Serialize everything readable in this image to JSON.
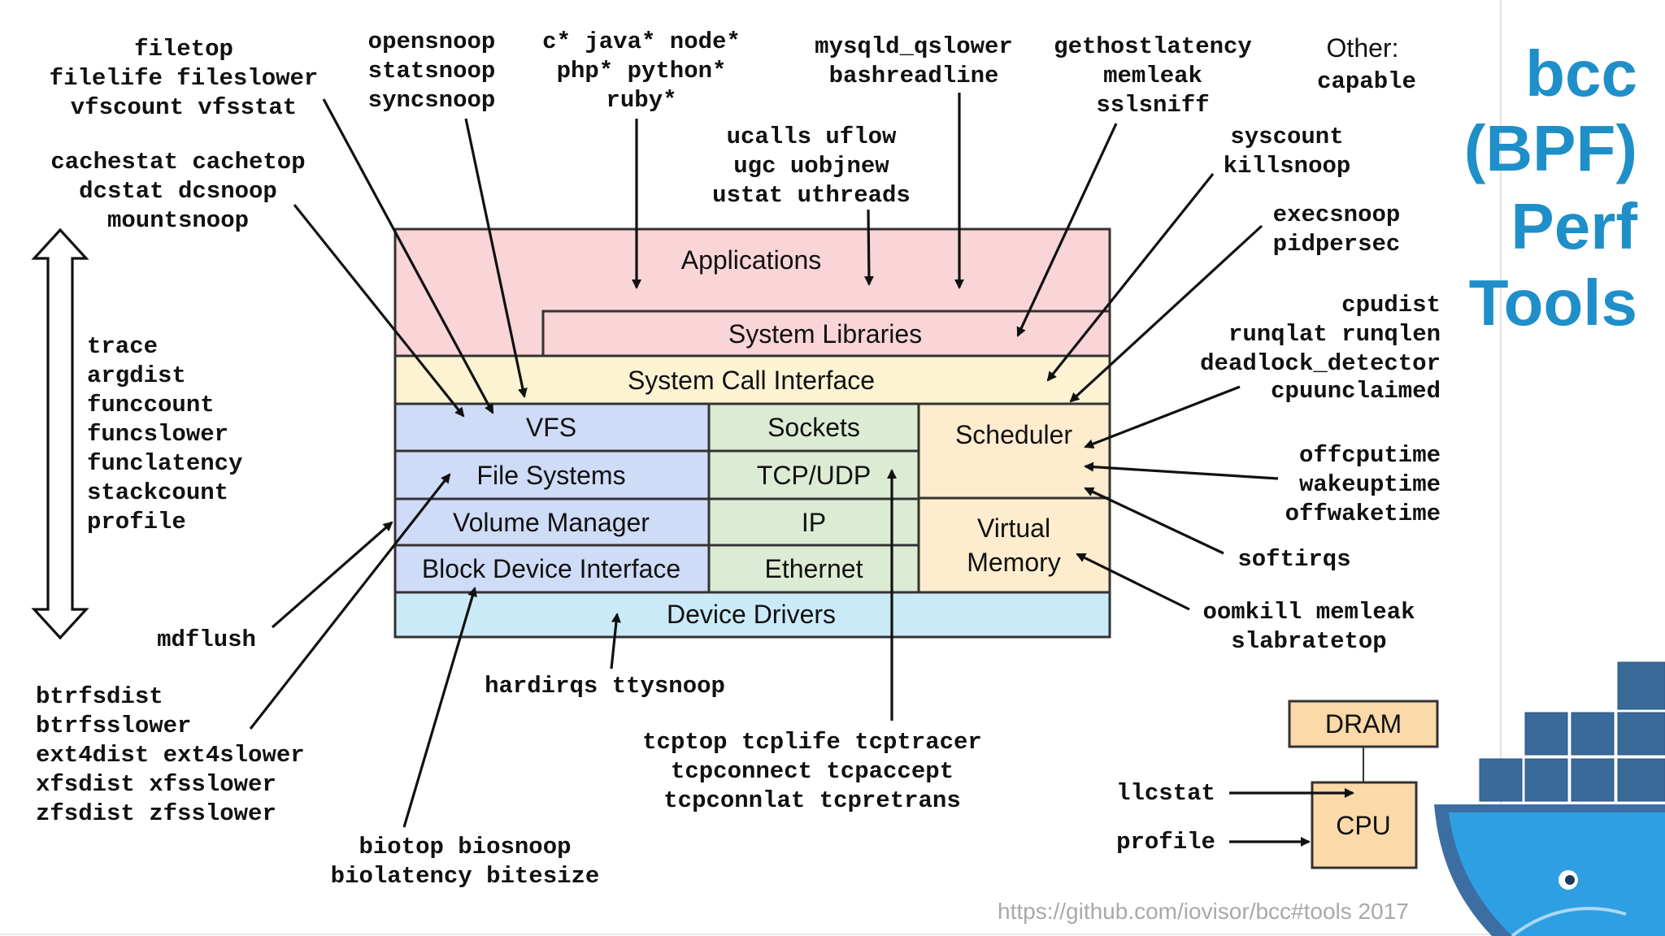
{
  "title_lines": [
    "bcc",
    "(BPF)",
    "Perf",
    "Tools"
  ],
  "footer_url": "https://github.com/iovisor/bcc#tools 2017",
  "stack": {
    "applications": "Applications",
    "system_libraries": "System Libraries",
    "syscall_interface": "System Call Interface",
    "vfs": "VFS",
    "file_systems": "File Systems",
    "volume_manager": "Volume Manager",
    "block_device_interface": "Block Device Interface",
    "sockets": "Sockets",
    "tcp_udp": "TCP/UDP",
    "ip": "IP",
    "ethernet": "Ethernet",
    "scheduler": "Scheduler",
    "virtual_memory_lines": [
      "Virtual",
      "Memory"
    ],
    "device_drivers": "Device Drivers"
  },
  "hardware": {
    "dram": "DRAM",
    "cpu": "CPU"
  },
  "other_label": "Other:",
  "tool_groups": {
    "file": [
      "filetop",
      "filelife fileslower",
      "vfscount vfsstat"
    ],
    "cache": [
      "cachestat cachetop",
      "dcstat dcsnoop",
      "mountsnoop"
    ],
    "snoop": [
      "opensnoop",
      "statsnoop",
      "syncsnoop"
    ],
    "languages": [
      "c* java* node*",
      "php* python*",
      "ruby*"
    ],
    "mysql": [
      "mysqld_qslower",
      "bashreadline"
    ],
    "ustat": [
      "ucalls uflow",
      "ugc uobjnew",
      "ustat uthreads"
    ],
    "gethost": [
      "gethostlatency",
      "memleak",
      "sslsniff"
    ],
    "other": [
      "capable"
    ],
    "syscount": [
      "syscount",
      "killsnoop"
    ],
    "exec": [
      "execsnoop",
      "pidpersec"
    ],
    "cpu": [
      "cpudist",
      "runqlat runqlen",
      "deadlock_detector",
      "cpuunclaimed"
    ],
    "offcpu": [
      "offcputime",
      "wakeuptime",
      "offwaketime"
    ],
    "softirqs": [
      "softirqs"
    ],
    "oom": [
      "oomkill memleak",
      "slabratetop"
    ],
    "general": [
      "trace",
      "argdist",
      "funccount",
      "funcslower",
      "funclatency",
      "stackcount",
      "profile"
    ],
    "mdflush": [
      "mdflush"
    ],
    "fsdist": [
      "btrfsdist",
      "btrfsslower",
      "ext4dist ext4slower",
      "xfsdist xfsslower",
      "zfsdist zfsslower"
    ],
    "hardirqs": [
      "hardirqs ttysnoop"
    ],
    "tcp": [
      "tcptop tcplife tcptracer",
      "tcpconnect tcpaccept",
      "tcpconnlat tcpretrans"
    ],
    "bio": [
      "biotop biosnoop",
      "biolatency bitesize"
    ],
    "llcstat": [
      "llcstat"
    ],
    "profile_cpu": [
      "profile"
    ]
  }
}
